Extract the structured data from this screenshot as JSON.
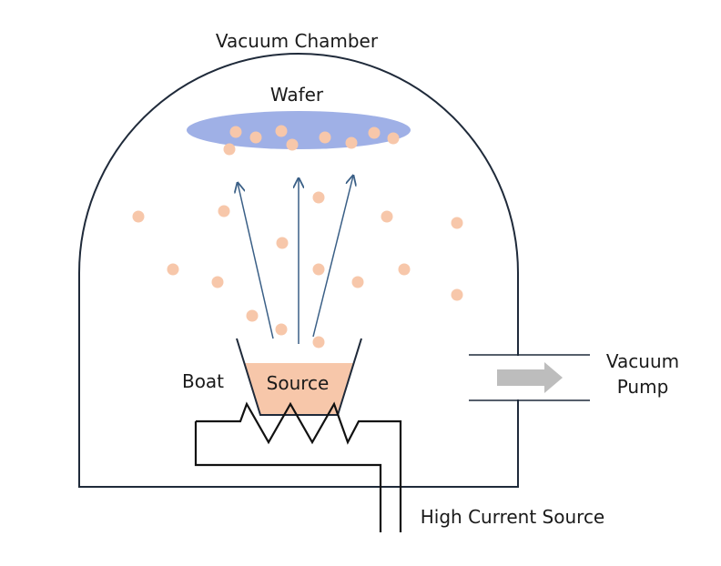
{
  "labels": {
    "chamber": "Vacuum Chamber",
    "wafer": "Wafer",
    "boat": "Boat",
    "source": "Source",
    "pump_line1": "Vacuum",
    "pump_line2": "Pump",
    "current": "High Current Source"
  },
  "colors": {
    "outline": "#1f2a3a",
    "wafer": "#9fb0e6",
    "particle": "#f7c7aa",
    "source_fill": "#f7c7aa",
    "arrow": "#3a5f86",
    "pump_arrow": "#bdbdbd"
  }
}
